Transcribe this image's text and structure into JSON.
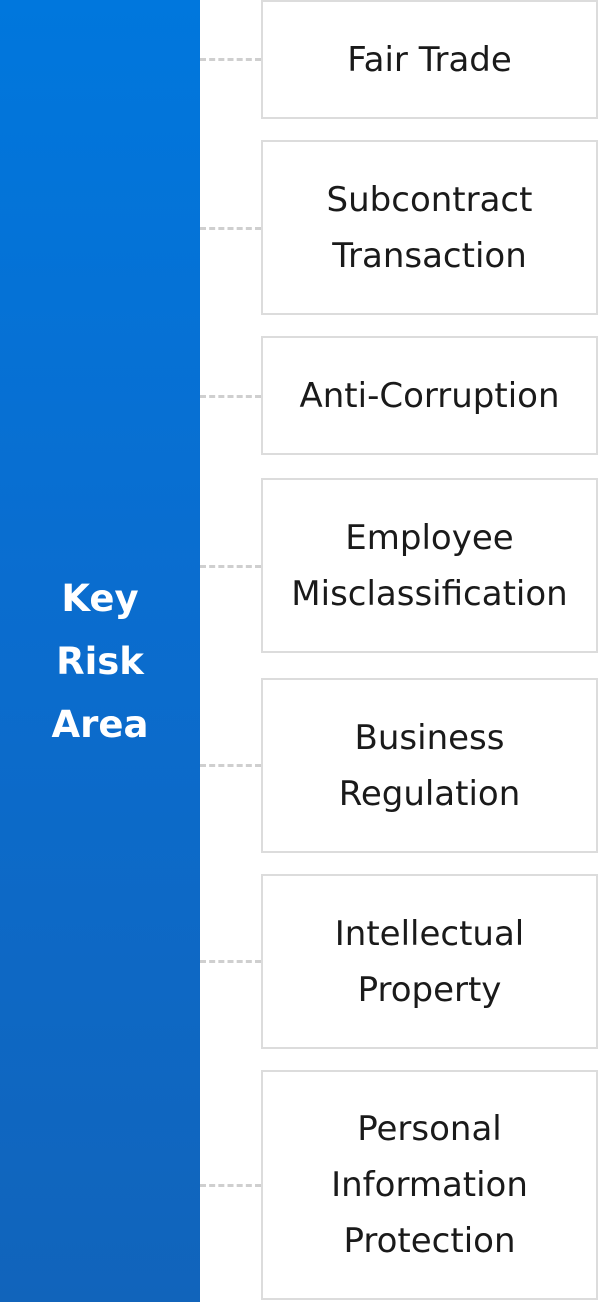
{
  "key_panel": {
    "title_lines": [
      "Key",
      "Risk",
      "Area"
    ],
    "gradient_colors": [
      "#0077dd",
      "#1164bb"
    ]
  },
  "risk_areas": [
    {
      "lines": [
        "Fair Trade"
      ]
    },
    {
      "lines": [
        "Subcontract",
        "Transaction"
      ]
    },
    {
      "lines": [
        "Anti-Corruption"
      ]
    },
    {
      "lines": [
        "Employee",
        "Misclassification"
      ]
    },
    {
      "lines": [
        "Business",
        "Regulation"
      ]
    },
    {
      "lines": [
        "Intellectual",
        "Property"
      ]
    },
    {
      "lines": [
        "Personal",
        "Information",
        "Protection"
      ]
    }
  ],
  "colors": {
    "box_border": "#dcdcdc",
    "connector": "#cfcfcf",
    "text": "#1a1a1a"
  }
}
